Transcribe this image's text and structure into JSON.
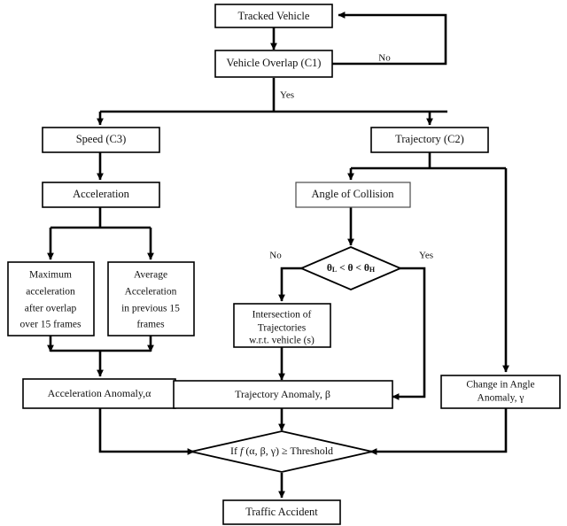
{
  "diagram": {
    "title": "Traffic Accident Detection Flowchart",
    "type": "flowchart",
    "background_color": "#ffffff",
    "line_color": "#000000",
    "nodes": {
      "tracked_vehicle": {
        "label": "Tracked Vehicle",
        "shape": "rect"
      },
      "vehicle_overlap": {
        "label": "Vehicle Overlap (C1)",
        "shape": "rect"
      },
      "speed": {
        "label": "Speed (C3)",
        "shape": "rect"
      },
      "trajectory": {
        "label": "Trajectory (C2)",
        "shape": "rect"
      },
      "acceleration": {
        "label": "Acceleration",
        "shape": "rect"
      },
      "angle_of_collision": {
        "label": "Angle of Collision",
        "shape": "rect"
      },
      "max_accel": {
        "shape": "rect",
        "lines": [
          "Maximum",
          "acceleration",
          "after overlap",
          "over 15 frames"
        ]
      },
      "avg_accel": {
        "shape": "rect",
        "lines": [
          "Average",
          "Acceleration",
          "in previous 15",
          "frames"
        ]
      },
      "theta_decision": {
        "shape": "diamond",
        "expr_prefix": "θ",
        "expr_sub_low": "L",
        "expr_mid": " < θ < ",
        "expr_sub_high": "H",
        "expr_tail": "θ",
        "full_text": "θL < θ < θH"
      },
      "intersection": {
        "shape": "rect",
        "lines": [
          "Intersection of",
          "Trajectories",
          "w.r.t. vehicle (s)"
        ]
      },
      "accel_anomaly": {
        "label": "Acceleration Anomaly,α",
        "shape": "rect"
      },
      "traj_anomaly": {
        "label": "Trajectory Anomaly, β",
        "shape": "rect"
      },
      "angle_anomaly": {
        "shape": "rect",
        "lines": [
          "Change in Angle",
          "Anomaly, γ"
        ]
      },
      "threshold_decision": {
        "shape": "diamond",
        "prefix": "If ",
        "func": "f",
        "args": " (α, β, γ) ≥ Threshold",
        "full_text": "If f (α, β, γ) ≥ Threshold"
      },
      "traffic_accident": {
        "label": "Traffic Accident",
        "shape": "rect"
      }
    },
    "edge_labels": {
      "overlap_no": "No",
      "overlap_yes": "Yes",
      "theta_no": "No",
      "theta_yes": "Yes"
    }
  }
}
